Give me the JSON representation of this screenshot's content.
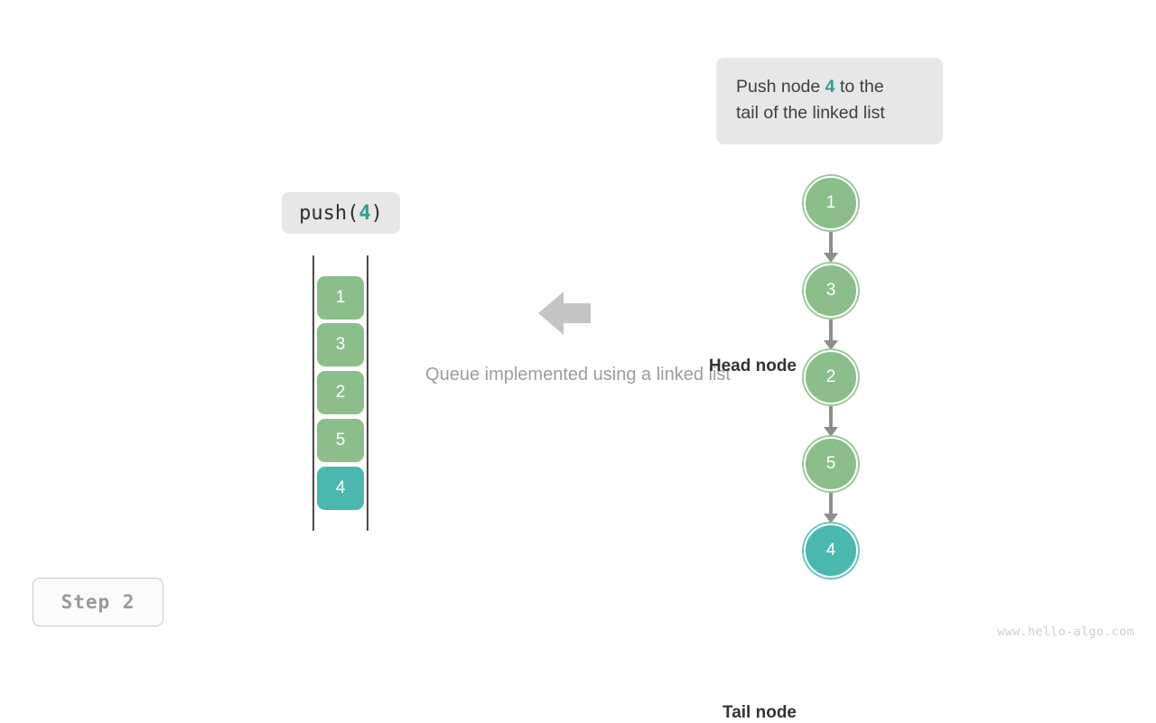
{
  "tooltip": {
    "text_before": "Push node ",
    "highlight": "4",
    "text_after": " to the",
    "line2": "tail of the linked list"
  },
  "operation_label": {
    "prefix": "push(",
    "argument": "4",
    "suffix": ")"
  },
  "center_caption": "Queue implemented using a linked list",
  "step_badge": "Step 2",
  "watermark": "www.hello-algo.com",
  "colors": {
    "green": "#8cbe8c",
    "green_ring": "#9ec89e",
    "teal": "#4bb8b0",
    "teal_ring": "#6cc6c0",
    "teal_text": "#2f9e8f",
    "arrow_gray": "#8e8e8e",
    "flow_arrow_gray": "#c4c4c4",
    "callout_bg": "#e7e7e7",
    "caption_gray": "#9d9d9d",
    "rail": "#4a4a4a"
  },
  "queue_column": {
    "cells": [
      {
        "value": "1",
        "accent": false
      },
      {
        "value": "3",
        "accent": false
      },
      {
        "value": "2",
        "accent": false
      },
      {
        "value": "5",
        "accent": false
      },
      {
        "value": "4",
        "accent": true
      }
    ]
  },
  "linked_list": {
    "head_label": "Head node",
    "tail_label": "Tail node",
    "nodes": [
      {
        "value": "1",
        "accent": false
      },
      {
        "value": "3",
        "accent": false
      },
      {
        "value": "2",
        "accent": false
      },
      {
        "value": "5",
        "accent": false
      },
      {
        "value": "4",
        "accent": true
      }
    ]
  },
  "icons": {
    "flow_arrow": "arrow-left-icon"
  }
}
